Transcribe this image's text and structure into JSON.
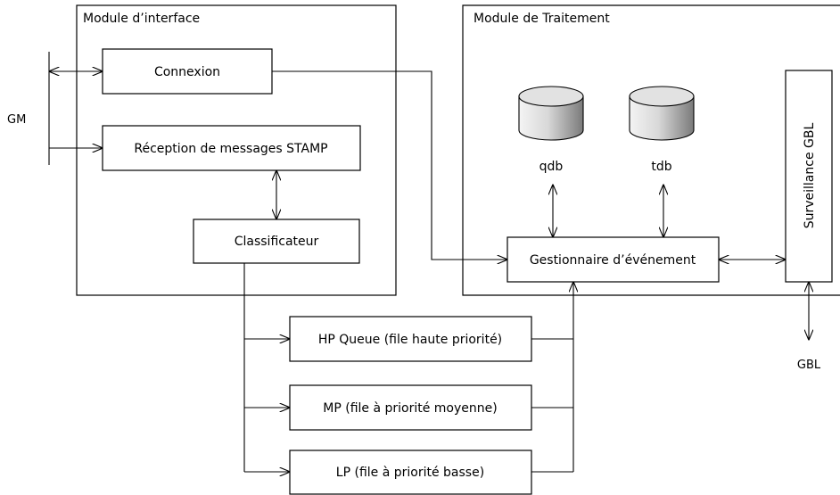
{
  "containers": {
    "interface_title": "Module d’interface",
    "traitement_title": "Module de Traitement"
  },
  "boxes": {
    "connexion": "Connexion",
    "reception": "Réception de messages STAMP",
    "classificateur": "Classificateur",
    "gestionnaire": "Gestionnaire d’événement",
    "surveillance": "Surveillance GBL",
    "hp_queue": "HP Queue (file haute priorité)",
    "mp_queue": "MP (file à priorité moyenne)",
    "lp_queue": "LP (file à priorité basse)"
  },
  "databases": {
    "qdb": "qdb",
    "tdb": "tdb"
  },
  "external": {
    "gm": "GM",
    "gbl": "GBL"
  },
  "colors": {
    "stroke": "#000000",
    "background": "#ffffff",
    "db_body_light": "#f4f4f4",
    "db_body_dark": "#7a7a7a",
    "db_top": "#e2e2e2"
  }
}
